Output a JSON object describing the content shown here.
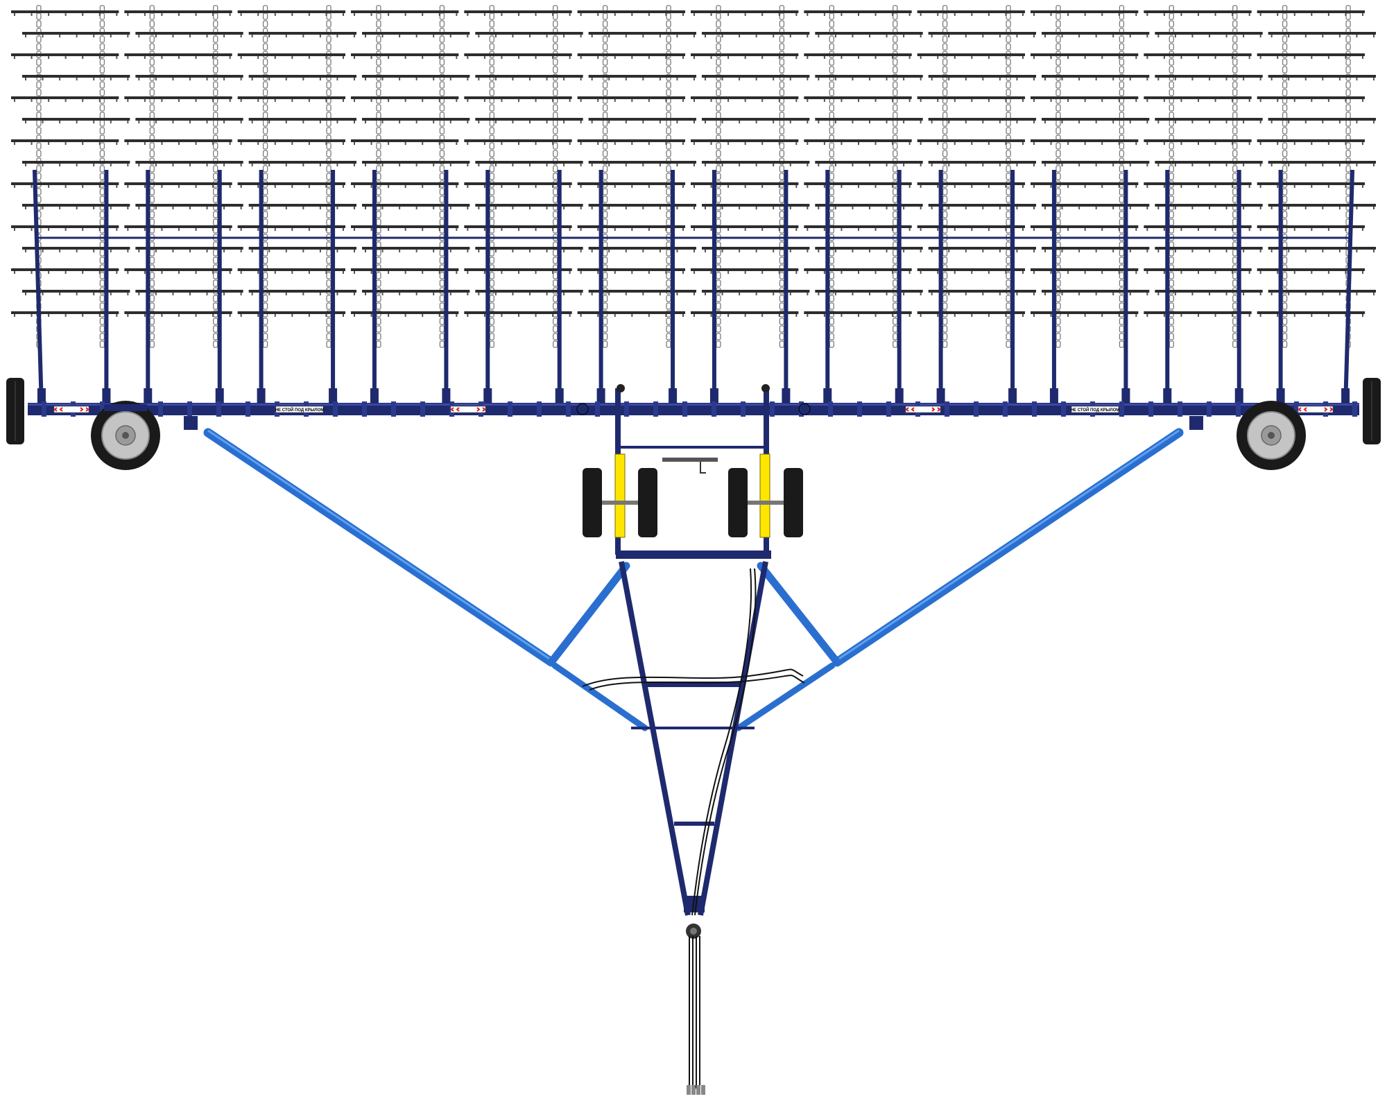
{
  "diagram": {
    "harrow_sections": 12,
    "tine_rows_per_section": 15,
    "colors": {
      "frame_dark": "#1f2a6e",
      "frame_light": "#2a6fd0",
      "tine": "#2d2d2d",
      "link": "#7a7a7a",
      "cylinder": "#ffe600",
      "tire": "#1a1a1a",
      "hub": "#b9b9b9",
      "warning_red": "#d81c1c"
    },
    "warning_signs": [
      {
        "label": "НЕ СТОЙ ПОД КРЫЛОМ"
      },
      {
        "label": "НЕ СТОЙ ПОД КРЫЛОМ"
      }
    ]
  }
}
